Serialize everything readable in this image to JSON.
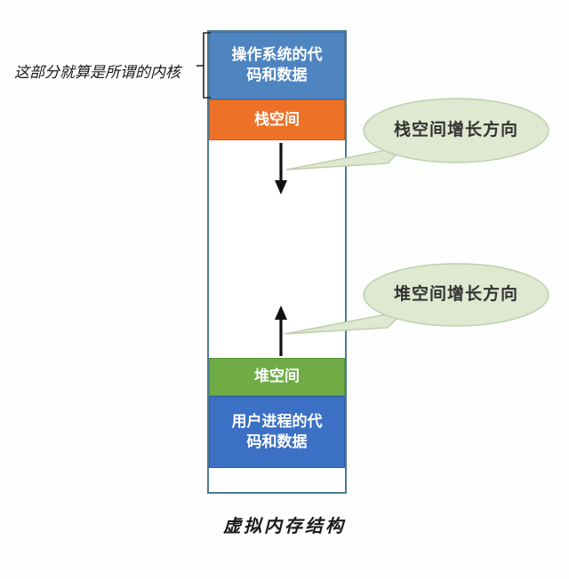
{
  "diagram": {
    "caption": "虚拟内存结构",
    "kernel_annotation": "这部分就算是所谓的内核",
    "memory_column": {
      "border_color": "#4C7B93",
      "segments": [
        {
          "id": "os-code-data",
          "color": "#4E85C1",
          "text_color": "#FFFFFF",
          "lines": [
            "操作系统的代",
            "码和数据"
          ]
        },
        {
          "id": "stack-space",
          "color": "#ED7227",
          "text_color": "#FFFFFF",
          "label": "栈空间"
        },
        {
          "id": "free-gap",
          "color": "#FFFFFF",
          "label": ""
        },
        {
          "id": "heap-space",
          "color": "#6FAC46",
          "text_color": "#FFFFFF",
          "label": "堆空间"
        },
        {
          "id": "user-code-data",
          "color": "#3B70C4",
          "text_color": "#FFFFFF",
          "lines": [
            "用户进程的代",
            "码和数据"
          ]
        },
        {
          "id": "reserved-blank",
          "color": "#FFFFFF",
          "label": ""
        }
      ]
    },
    "callouts": [
      {
        "id": "stack-growth",
        "label": "栈空间增长方向",
        "direction": "down"
      },
      {
        "id": "heap-growth",
        "label": "堆空间增长方向",
        "direction": "up"
      }
    ],
    "callout_style": {
      "fill": "#DFE8D0",
      "border": "#BCCDA8",
      "text_color": "#333333"
    },
    "arrow_color": "#111111"
  }
}
